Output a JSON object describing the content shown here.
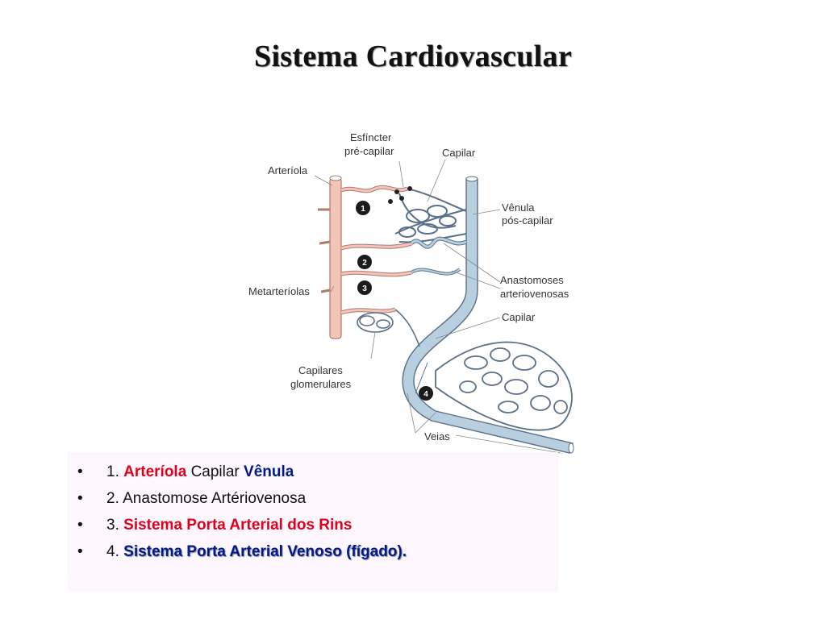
{
  "title": "Sistema Cardiovascular",
  "diagram": {
    "labels": {
      "esfincter_line1": "Esfíncter",
      "esfincter_line2": "pré-capilar",
      "capilar_top": "Capilar",
      "arteriola": "Arteríola",
      "venula_line1": "Vênula",
      "venula_line2": "pós-capilar",
      "metarteriolas": "Metarteríolas",
      "anastomoses_line1": "Anastomoses",
      "anastomoses_line2": "arteriovenosas",
      "capilar_mid": "Capilar",
      "capilares_line1": "Capilares",
      "capilares_line2": "glomerulares",
      "veias": "Veias"
    },
    "markers": [
      "1",
      "2",
      "3",
      "4"
    ],
    "colors": {
      "artery": "#f3c4b8",
      "artery_stroke": "#b07a70",
      "vein": "#b8cfe0",
      "vein_stroke": "#5a7088"
    }
  },
  "bullets": [
    {
      "symbol": "•",
      "number": "1.",
      "a": "Arteríola",
      "b": "Capilar",
      "c": "Vênula"
    },
    {
      "symbol": "•",
      "number": "2.",
      "text": "Anastomose Artériovenosa"
    },
    {
      "symbol": "•",
      "number": "3.",
      "text": "Sistema Porta Arterial dos Rins"
    },
    {
      "symbol": "•",
      "number": "4.",
      "text": "Sistema Porta Arterial Venoso (fígado)."
    }
  ],
  "colors": {
    "red": "#e0001b",
    "blue": "#001a8c",
    "box_bg": "#fdf6fd"
  }
}
